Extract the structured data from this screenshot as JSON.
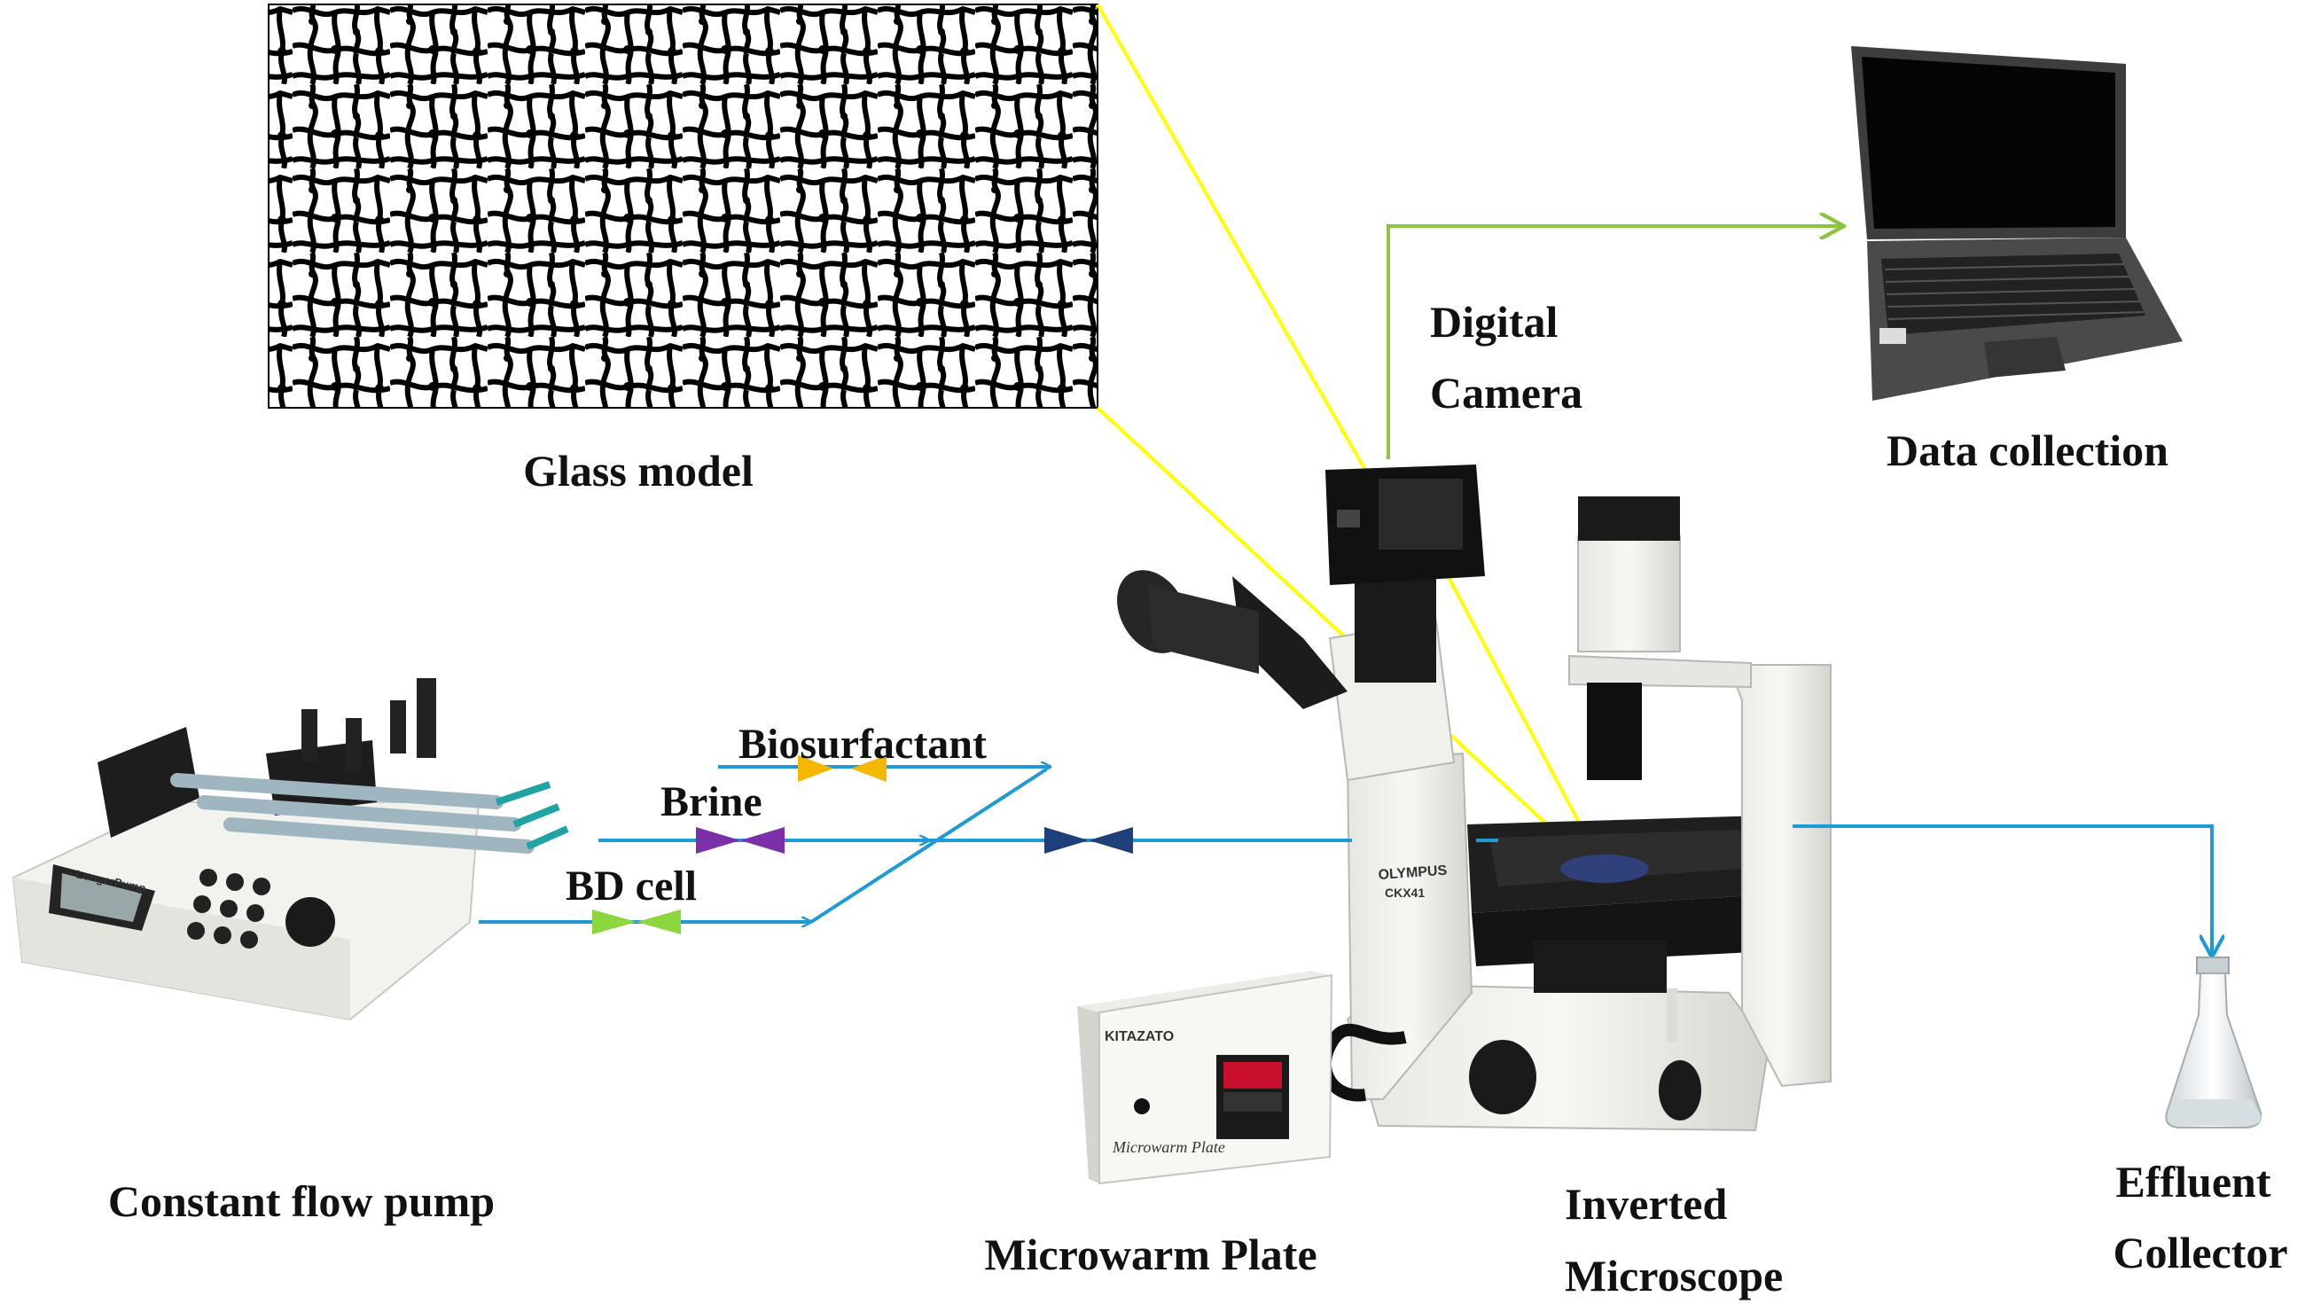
{
  "labels": {
    "glass_model": "Glass model",
    "digital_camera_line1": "Digital",
    "digital_camera_line2": "Camera",
    "data_collection": "Data collection",
    "biosurfactant": "Biosurfactant",
    "brine": "Brine",
    "bd_cell": "BD cell",
    "constant_flow_pump": "Constant flow pump",
    "microwarm_plate": "Microwarm Plate",
    "inverted_microscope_line1": "Inverted",
    "inverted_microscope_line2": "Microscope",
    "effluent_collector_line1": "Effluent",
    "effluent_collector_line2": "Collector"
  },
  "device_text": {
    "microscope_brand": "OLYMPUS",
    "microscope_model": "CKX41",
    "heater_brand": "KITAZATO",
    "heater_name": "Microwarm Plate",
    "pump_brand": "LongerPump"
  },
  "colors": {
    "flow_line": "#1e9ad6",
    "camera_signal": "#8cc63f",
    "zoom_lines": "#ffff00",
    "valve_biosurfactant": "#f5b800",
    "valve_brine": "#7b2fa8",
    "valve_bd_cell": "#8cd63f",
    "valve_main": "#1f3f7a"
  },
  "icons": {
    "pump": "syringe-pump-icon",
    "microscope": "inverted-microscope-icon",
    "camera": "digital-camera-icon",
    "laptop": "laptop-icon",
    "heater": "microwarm-plate-icon",
    "flask": "erlenmeyer-flask-icon",
    "glass_model": "pore-network-icon"
  }
}
